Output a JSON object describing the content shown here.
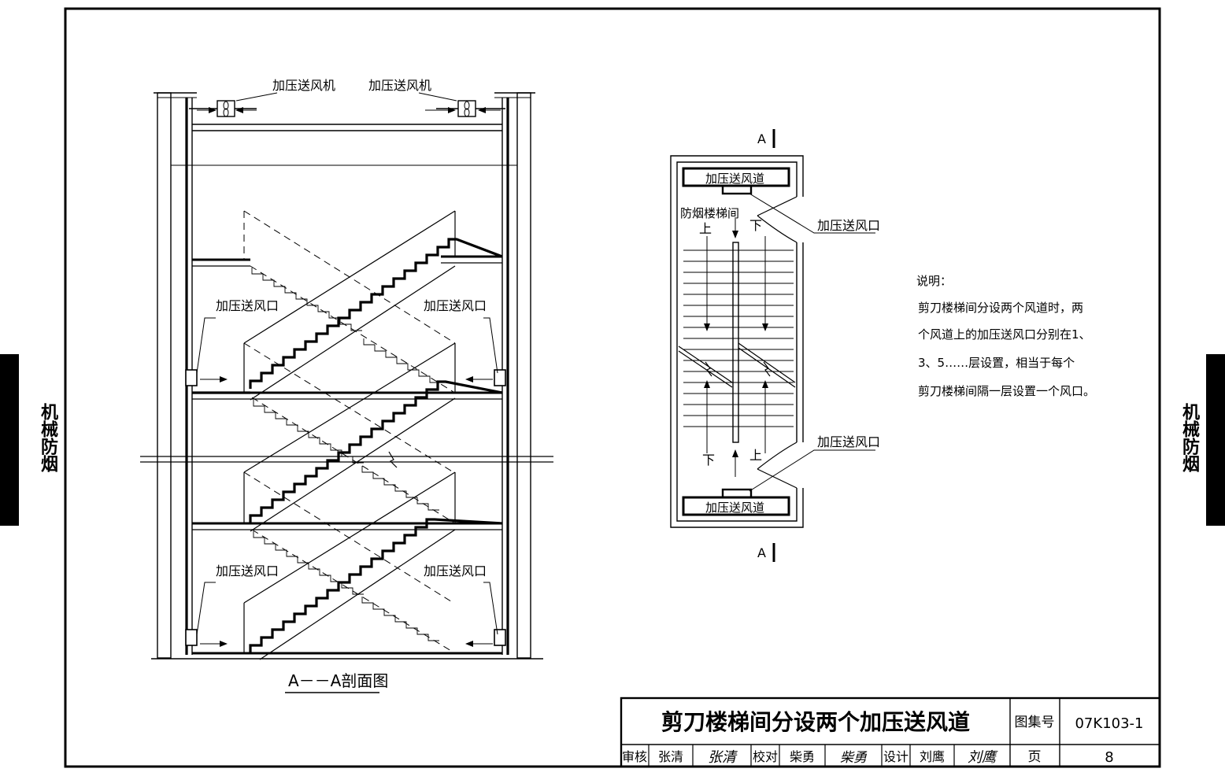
{
  "side_labels": {
    "left": "机械防烟",
    "right": "机械防烟"
  },
  "section": {
    "fan_left": "加压送风机",
    "fan_right": "加压送风机",
    "outlet_upper_left": "加压送风口",
    "outlet_upper_right": "加压送风口",
    "outlet_lower_left": "加压送风口",
    "outlet_lower_right": "加压送风口",
    "caption": "A－－A剖面图"
  },
  "plan": {
    "cut_mark_top": "A",
    "cut_mark_bottom": "A",
    "duct_top": "加压送风道",
    "duct_bottom": "加压送风道",
    "stair_name": "防烟楼梯间",
    "up_top": "上",
    "down_top": "下",
    "down_bottom": "下",
    "up_bottom": "上",
    "outlet_top": "加压送风口",
    "outlet_bottom": "加压送风口"
  },
  "notes": {
    "heading": "说明：",
    "lines": [
      "剪刀楼梯间分设两个风道时，两",
      "个风道上的加压送风口分别在1、",
      "3、5……层设置，相当于每个",
      "剪刀楼梯间隔一层设置一个风口。"
    ]
  },
  "title_block": {
    "title": "剪刀楼梯间分设两个加压送风道",
    "atlas_label": "图集号",
    "atlas_no": "07K103-1",
    "review_label": "审核",
    "reviewer": "张清",
    "reviewer_sign": "张清",
    "check_label": "校对",
    "checker": "柴勇",
    "checker_sign": "柴勇",
    "design_label": "设计",
    "designer": "刘鹰",
    "designer_sign": "刘鹰",
    "page_label": "页",
    "page_no": "8"
  }
}
